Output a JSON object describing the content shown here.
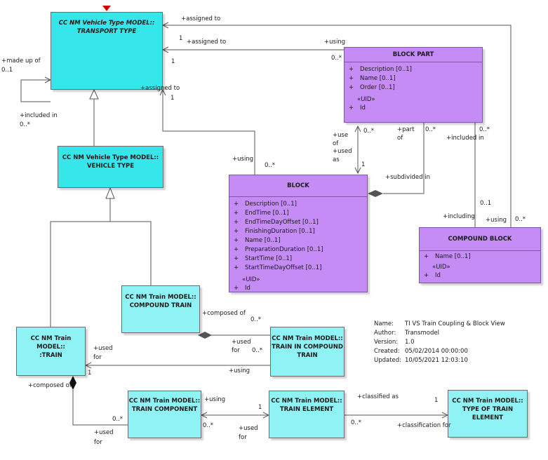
{
  "boxes": {
    "transport_type": {
      "line1": "CC NM Vehicle Type MODEL::",
      "line2": "TRANSPORT TYPE"
    },
    "vehicle_type": {
      "line1": "CC NM Vehicle Type MODEL::",
      "line2": "VEHICLE TYPE"
    },
    "block_part": {
      "title": "BLOCK PART",
      "attrs": [
        "Description [0..1]",
        "Name [0..1]",
        "Order [0..1]"
      ],
      "uid": "«UID»",
      "id": "Id"
    },
    "block": {
      "title": "BLOCK",
      "attrs": [
        "Description [0..1]",
        "EndTime [0..1]",
        "EndTimeDayOffset [0..1]",
        "FinishingDuration [0..1]",
        "Name [0..1]",
        "PreparationDuration [0..1]",
        "StartTime [0..1]",
        "StartTimeDayOffset [0..1]"
      ],
      "uid": "«UID»",
      "id": "Id"
    },
    "compound_block": {
      "title": "COMPOUND BLOCK",
      "attrs": [
        "Name [0..1]"
      ],
      "uid": "«UID»",
      "id": "Id"
    },
    "compound_train": {
      "line1": "CC NM Train MODEL::",
      "line2": "COMPOUND TRAIN"
    },
    "train": {
      "line1": "CC NM Train MODEL::",
      "line2": ":TRAIN"
    },
    "train_in_compound": {
      "line1": "CC NM Train MODEL::",
      "line2": "TRAIN IN COMPOUND",
      "line3": "TRAIN"
    },
    "train_component": {
      "line1": "CC NM Train MODEL::",
      "line2": "TRAIN COMPONENT"
    },
    "train_element": {
      "line1": "CC NM Train MODEL::",
      "line2": "TRAIN ELEMENT"
    },
    "type_of_train_element": {
      "line1": "CC NM Train MODEL::",
      "line2": "TYPE OF TRAIN ELEMENT"
    }
  },
  "plus": "+",
  "labels": {
    "assigned_to_top": "+assigned to",
    "one_top": "1",
    "assigned_to_mid": "+assigned to",
    "using_bp": "+using",
    "one_mid": "1",
    "zero_many_bp": "0..*",
    "made_up_of": "+made up of",
    "zero_one_made": "0..1",
    "assigned_to_low": "+assigned to",
    "one_low": "1",
    "included_in_tt": "+included in",
    "zero_many_tt": "0..*",
    "use_of_1": "+use",
    "use_of_2": "of",
    "zero_many_use": "0..*",
    "used_as_1": "+used",
    "used_as_2": "as",
    "one_used_as": "1",
    "part_of_1": "+part",
    "part_of_2": "of",
    "zero_many_part": "0..*",
    "zero_many_incl": "0..*",
    "included_in_cb": "+included in",
    "using_block": "+using",
    "zero_many_block": "0..*",
    "subdivided_in": "+subdivided in",
    "zero_one_cb": "0..1",
    "including": "+including",
    "using_cb": "+using",
    "zero_many_cb": "0..*",
    "composed_of_ct": "+composed of",
    "zero_many_ct": "0..*",
    "used_for_1": "+used",
    "used_for_2": "for",
    "zero_many_tic": "0..*",
    "used_for_t1": "+used",
    "used_for_t2": "for",
    "one_train": "1",
    "using_tic": "+using",
    "composed_of_train": "+composed of",
    "using_tc": "+using",
    "one_te": "1",
    "zero_many_tc": "0..*",
    "zero_many_tc2": "0..*",
    "used_for_tc1": "+used",
    "used_for_tc2": "for",
    "used_for_te1": "+used",
    "used_for_te2": "for",
    "classified_as": "+classified as",
    "one_tote": "1",
    "zero_many_te": "0..*",
    "classification_for": "+classification for"
  },
  "meta": {
    "name_k": "Name:",
    "name_v": "TI VS Train Coupling & Block View",
    "author_k": "Author:",
    "author_v": "Transmodel",
    "version_k": "Version:",
    "version_v": "1.0",
    "created_k": "Created:",
    "created_v": "05/02/2014 00:00:00",
    "updated_k": "Updated:",
    "updated_v": "10/05/2021 12:03:10"
  }
}
